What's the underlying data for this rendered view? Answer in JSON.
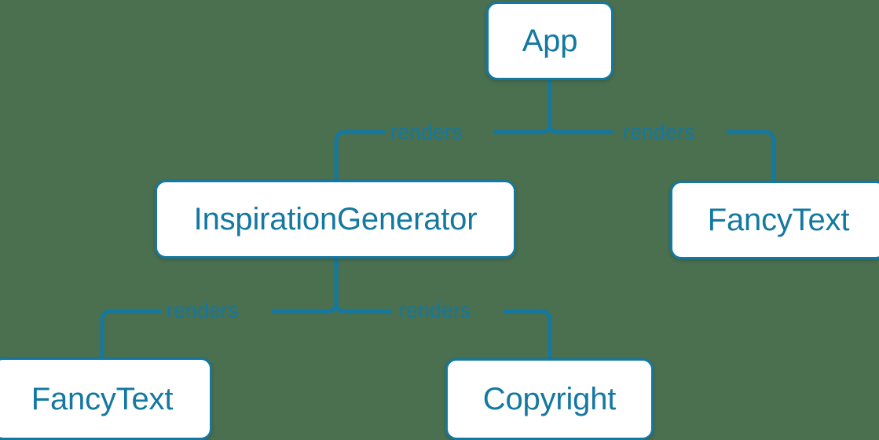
{
  "diagram": {
    "type": "component-tree",
    "background_color": "#4a7050",
    "accent_color": "#1478a0",
    "node_fill_color": "#ffffff",
    "nodes": [
      {
        "id": "app",
        "label": "App"
      },
      {
        "id": "inspirationgenerator",
        "label": "InspirationGenerator"
      },
      {
        "id": "fancytext_right",
        "label": "FancyText"
      },
      {
        "id": "fancytext_left",
        "label": "FancyText"
      },
      {
        "id": "copyright",
        "label": "Copyright"
      }
    ],
    "edges": [
      {
        "from": "app",
        "to": "inspirationgenerator",
        "label": "renders"
      },
      {
        "from": "app",
        "to": "fancytext_right",
        "label": "renders"
      },
      {
        "from": "inspirationgenerator",
        "to": "fancytext_left",
        "label": "renders"
      },
      {
        "from": "inspirationgenerator",
        "to": "copyright",
        "label": "renders"
      }
    ]
  }
}
